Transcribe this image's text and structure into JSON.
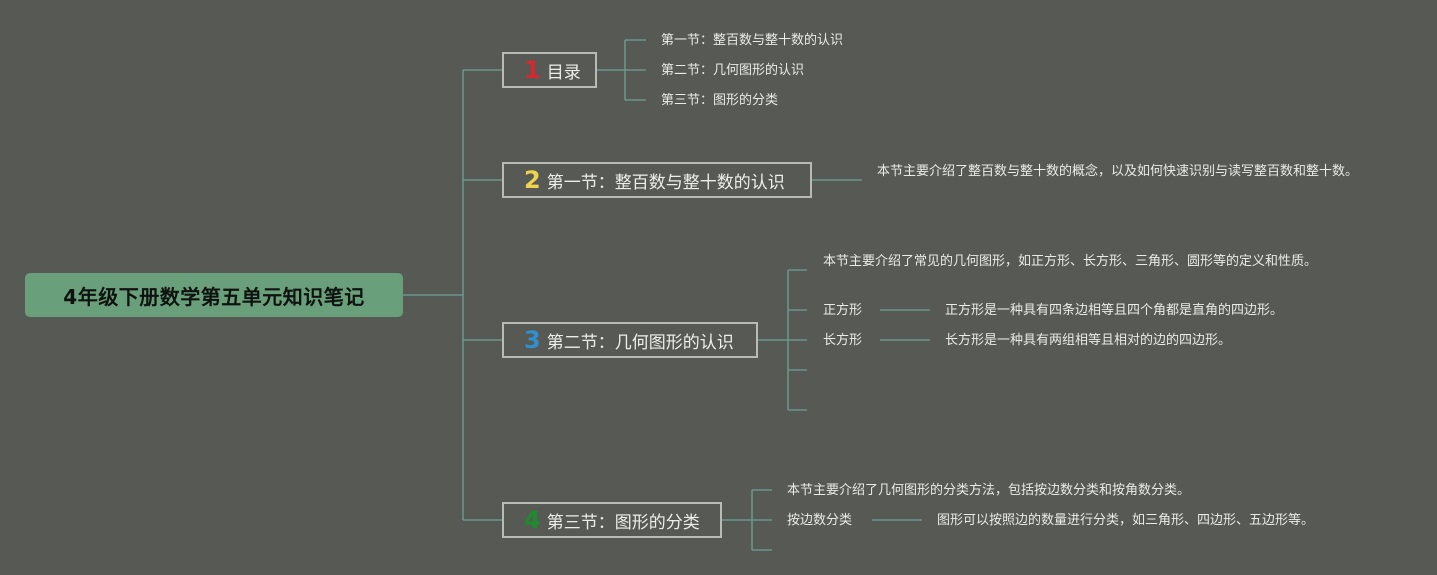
{
  "root": {
    "title": "4年级下册数学第五单元知识笔记"
  },
  "colors": {
    "background": "#575955",
    "root_fill": "#6a9f7b",
    "connector": "#6ea193",
    "box_border": "#b9bbb7",
    "num1": "#d42a2f",
    "num2": "#ecd24f",
    "num3": "#2f8fd0",
    "num4": "#1e8b2c"
  },
  "branches": [
    {
      "num": "1",
      "label": "目录",
      "children": [
        "第一节：整百数与整十数的认识",
        "第二节：几何图形的认识",
        "第三节：图形的分类"
      ]
    },
    {
      "num": "2",
      "label": "第一节：整百数与整十数的认识",
      "children": [
        "本节主要介绍了整百数与整十数的概念，以及如何快速识别与读写整百数和整十数。"
      ]
    },
    {
      "num": "3",
      "label": "第二节：几何图形的认识",
      "children": [
        {
          "text": "本节主要介绍了常见的几何图形，如正方形、长方形、三角形、圆形等的定义和性质。"
        },
        {
          "text": "正方形",
          "detail": "正方形是一种具有四条边相等且四个角都是直角的四边形。"
        },
        {
          "text": "长方形",
          "detail": "长方形是一种具有两组相等且相对的边的四边形。"
        }
      ]
    },
    {
      "num": "4",
      "label": "第三节：图形的分类",
      "children": [
        {
          "text": "本节主要介绍了几何图形的分类方法，包括按边数分类和按角数分类。"
        },
        {
          "text": "按边数分类",
          "detail": "图形可以按照边的数量进行分类，如三角形、四边形、五边形等。"
        }
      ]
    }
  ]
}
